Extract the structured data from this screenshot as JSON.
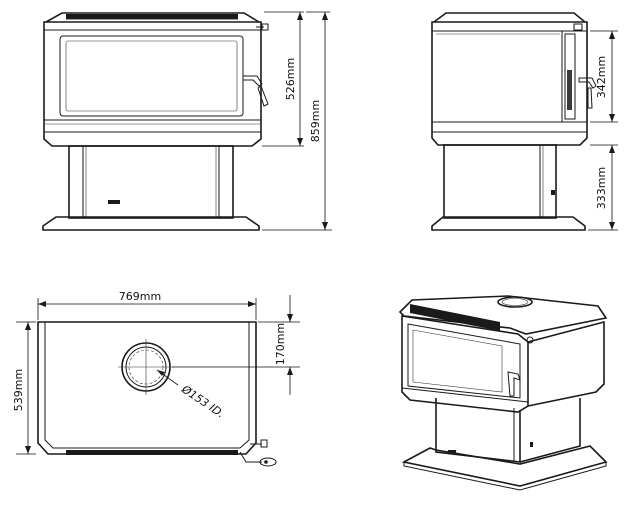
{
  "dimensions": {
    "front_body_height": "526mm",
    "front_total_height": "859mm",
    "side_door_height": "342mm",
    "side_pedestal_height": "333mm",
    "top_width": "769mm",
    "top_depth": "539mm",
    "top_flue_offset": "170mm",
    "flue_diameter": "Ø153 ID."
  },
  "colors": {
    "line": "#1a1a1a",
    "background": "#ffffff"
  }
}
